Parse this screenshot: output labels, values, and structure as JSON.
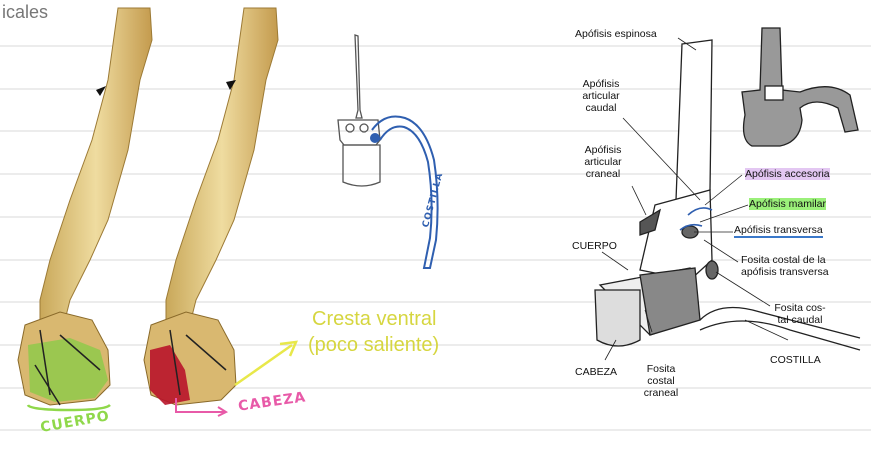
{
  "notes": {
    "header_fragment": "icales",
    "cresta_line1": "Cresta ventral",
    "cresta_line2": "(poco saliente)",
    "cuerpo_hand": "CUERPO",
    "cabeza_hand": "CABEZA",
    "costilla_hand": "COSTILLA"
  },
  "diagram": {
    "apofisis_espinosa": "Apófisis espinosa",
    "apofisis_articular_caudal": [
      "Apófisis",
      "articular",
      "caudal"
    ],
    "apofisis_articular_craneal": [
      "Apófisis",
      "articular",
      "craneal"
    ],
    "apofisis_accesoria": "Apófisis accesoria",
    "apofisis_mamilar": "Apófisis mamilar",
    "apofisis_transversa": "Apófisis transversa",
    "cuerpo": "CUERPO",
    "fosita_costal_transversa": [
      "Fosita costal de la",
      "apófisis transversa"
    ],
    "fosita_costal_caudal": [
      "Fosita cos-",
      "tal caudal"
    ],
    "costilla": "COSTILLA",
    "cabeza": "CABEZA",
    "fosita_costal_craneal": [
      "Fosita",
      "costal",
      "craneal"
    ]
  },
  "colors": {
    "bone": "#e6cf8c",
    "cuerpo_green": "#8fc94a",
    "cabeza_red": "#b8142a",
    "pink": "#e85aa8",
    "yellow": "#e8e84a",
    "blue": "#2f5fb0"
  }
}
